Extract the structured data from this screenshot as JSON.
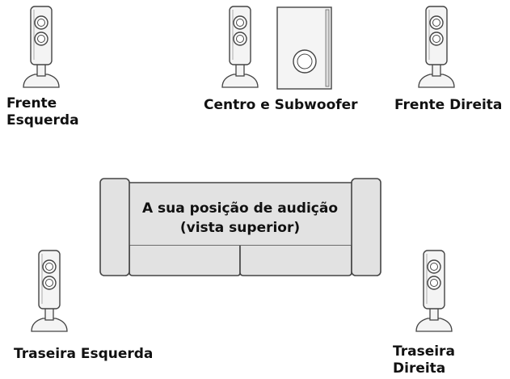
{
  "labels": {
    "front_left": [
      "Frente",
      "Esquerda"
    ],
    "center_sub": "Centro e Subwoofer",
    "front_right": "Frente Direita",
    "rear_left": "Traseira Esquerda",
    "rear_right": [
      "Traseira",
      "Direita"
    ]
  },
  "sofa": {
    "line1": "A sua posição de audição",
    "line2": "(vista superior)"
  },
  "colors": {
    "outline": "#444444",
    "speaker_fill": "#f4f4f4",
    "sofa_fill": "#e2e2e2"
  },
  "icons": [
    "speaker-icon",
    "subwoofer-icon",
    "sofa-icon"
  ]
}
